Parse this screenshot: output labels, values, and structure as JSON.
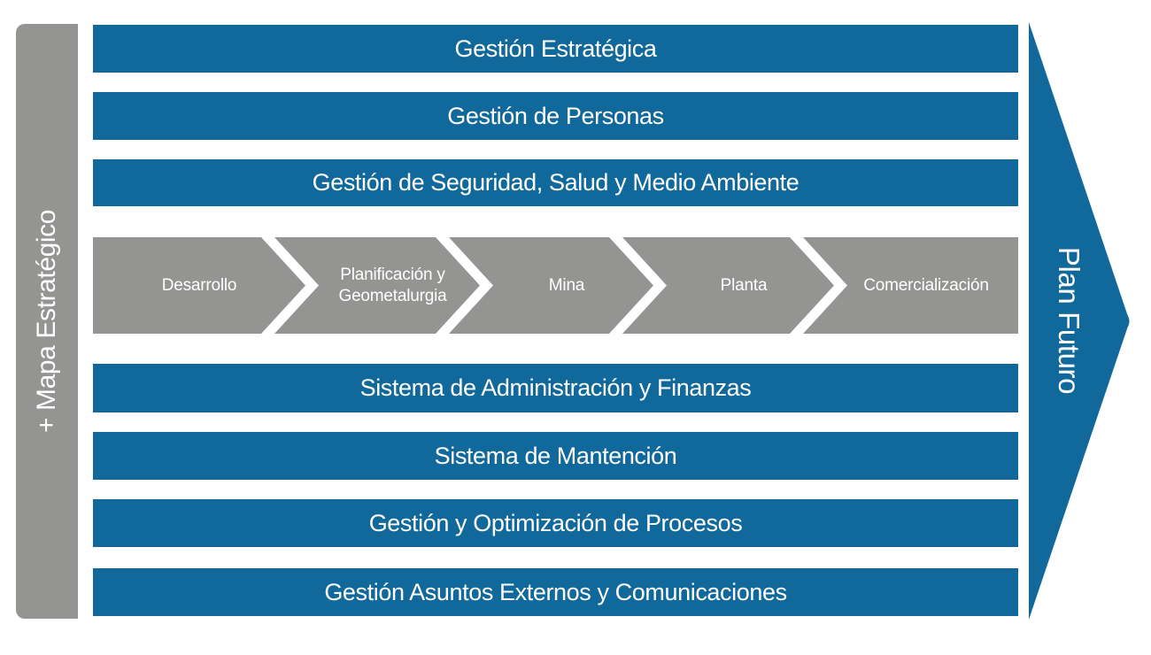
{
  "theme": {
    "bar_blue": "#11699b",
    "bar_gray": "#949492",
    "text_white": "#ffffff",
    "bg": "#ffffff"
  },
  "sidebar": {
    "label": "+ Mapa Estratégico"
  },
  "future_arrow": {
    "label": "Plan Futuro"
  },
  "rows": [
    {
      "label": "Gestión Estratégica"
    },
    {
      "label": "Gestión de Personas"
    },
    {
      "label": "Gestión de Seguridad, Salud y Medio Ambiente"
    },
    {
      "label": "Sistema de Administración y Finanzas"
    },
    {
      "label": "Sistema de Mantención"
    },
    {
      "label": "Gestión y Optimización de Procesos"
    },
    {
      "label": "Gestión Asuntos Externos y Comunicaciones"
    }
  ],
  "process_chain": {
    "steps": [
      {
        "label": "Desarrollo"
      },
      {
        "label": "Planificación y\nGeometalurgia"
      },
      {
        "label": "Mina"
      },
      {
        "label": "Planta"
      },
      {
        "label": "Comercialización"
      }
    ]
  }
}
